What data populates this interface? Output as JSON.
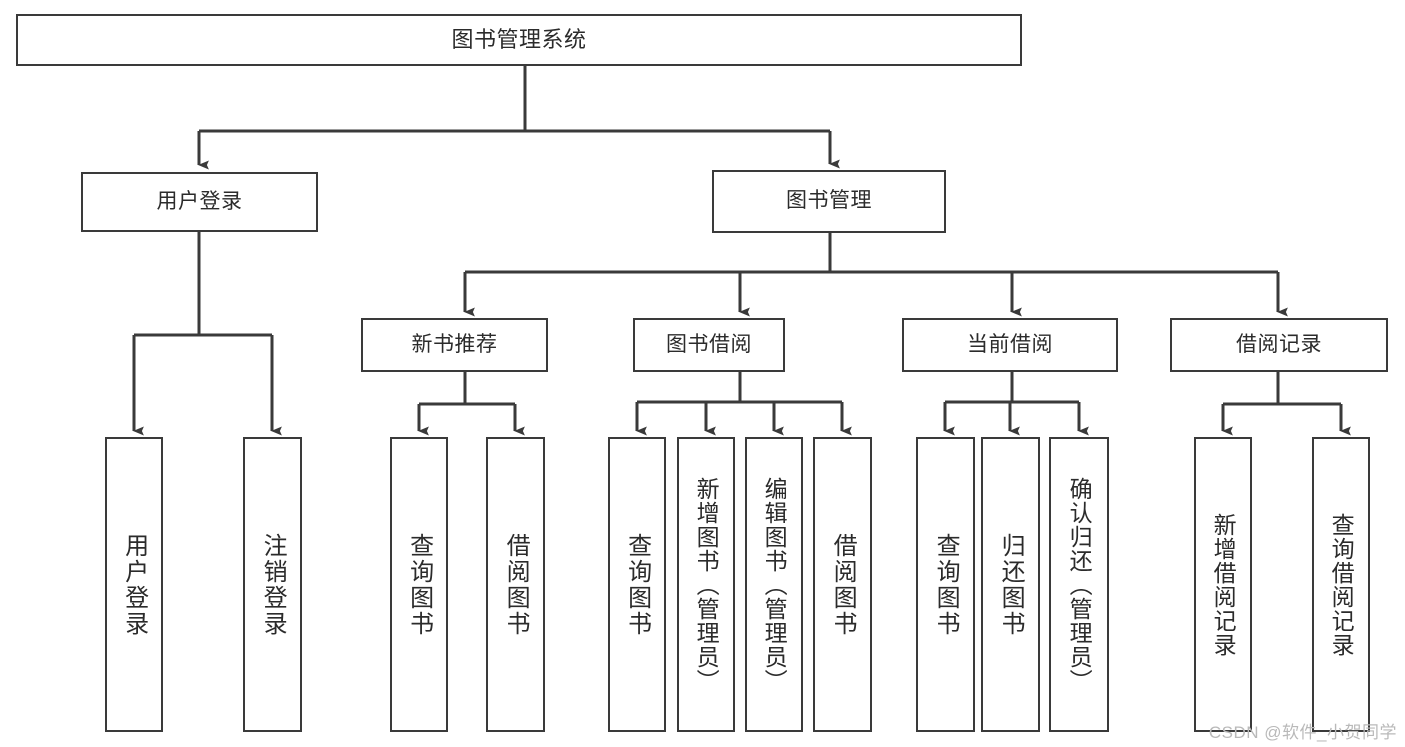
{
  "diagram": {
    "title": "图书管理系统",
    "type": "tree-hierarchy-functional-structure",
    "watermark": "CSDN @软件_小贺同学",
    "colors": {
      "box_border": "#3a3a3a",
      "box_fill": "#ffffff",
      "text": "#2b2b2b",
      "connector": "#3a3a3a",
      "watermark": "#b9b9b9",
      "background": "#ffffff"
    },
    "nodes": {
      "root": {
        "label": "图书管理系统"
      },
      "level1": [
        {
          "label": "用户登录"
        },
        {
          "label": "图书管理"
        }
      ],
      "level2": [
        {
          "label": "新书推荐"
        },
        {
          "label": "图书借阅"
        },
        {
          "label": "当前借阅"
        },
        {
          "label": "借阅记录"
        }
      ],
      "leaves": {
        "user_login": [
          {
            "label": "用户登录"
          },
          {
            "label": "注销登录"
          }
        ],
        "new_book_recommend": [
          {
            "label": "查询图书"
          },
          {
            "label": "借阅图书"
          }
        ],
        "book_borrow": [
          {
            "label": "查询图书"
          },
          {
            "label": "新增图书（管理员）"
          },
          {
            "label": "编辑图书（管理员）"
          },
          {
            "label": "借阅图书"
          }
        ],
        "current_borrow": [
          {
            "label": "查询图书"
          },
          {
            "label": "归还图书"
          },
          {
            "label": "确认归还（管理员）"
          }
        ],
        "borrow_record": [
          {
            "label": "新增借阅记录"
          },
          {
            "label": "查询借阅记录"
          }
        ]
      }
    }
  }
}
